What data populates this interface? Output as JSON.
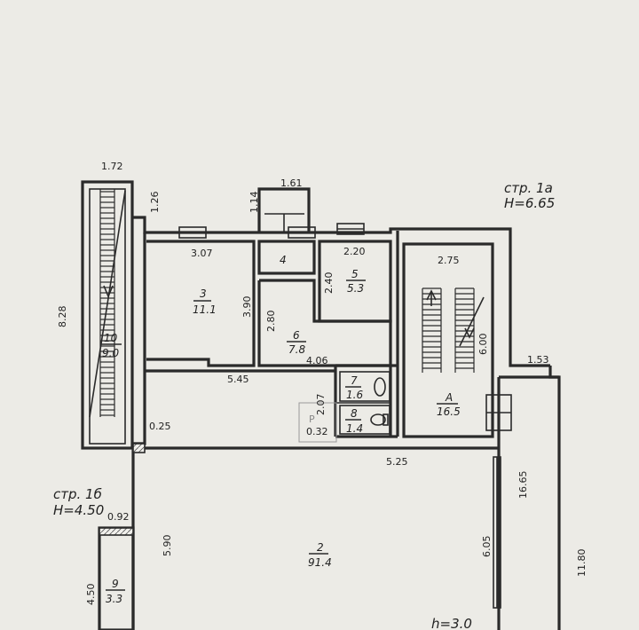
{
  "sections": {
    "section_1a": {
      "name": "стр. 1а",
      "height": "H=6.65"
    },
    "section_1b": {
      "name": "стр. 1б",
      "height": "H=4.50"
    }
  },
  "rooms": {
    "r2": {
      "number": "2",
      "area": "91.4"
    },
    "r3": {
      "number": "3",
      "area": "11.1"
    },
    "r4": {
      "number": "4"
    },
    "r5": {
      "number": "5",
      "area": "5.3"
    },
    "r6": {
      "number": "6",
      "area": "7.8"
    },
    "r7": {
      "number": "7",
      "area": "1.6"
    },
    "r8": {
      "number": "8",
      "area": "1.4"
    },
    "r9": {
      "number": "9",
      "area": "3.3"
    },
    "r10": {
      "number": "10",
      "area": "9.0"
    },
    "rA": {
      "number": "А",
      "area": "16.5"
    }
  },
  "dimensions": {
    "d1_72": "1.72",
    "d1_26": "1.26",
    "d1_61": "1.61",
    "d1_14": "1.14",
    "d3_07": "3.07",
    "d2_20": "2.20",
    "d2_40": "2.40",
    "d2_75": "2.75",
    "d3_90": "3.90",
    "d2_80": "2.80",
    "d8_28": "8.28",
    "d6_00": "6.00",
    "d4_06": "4.06",
    "d5_45": "5.45",
    "d1_53": "1.53",
    "d2_07": "2.07",
    "d0_25": "0.25",
    "d0_32": "0.32",
    "d5_25": "5.25",
    "d16_65": "16.65",
    "d0_92": "0.92",
    "d5_90": "5.90",
    "d6_05": "6.05",
    "d11_80": "11.80",
    "d4_50": "4.50",
    "d_h30": "h=3.0"
  },
  "colors": {
    "paper": "#ecebe6",
    "ink": "#2a2a2a"
  }
}
